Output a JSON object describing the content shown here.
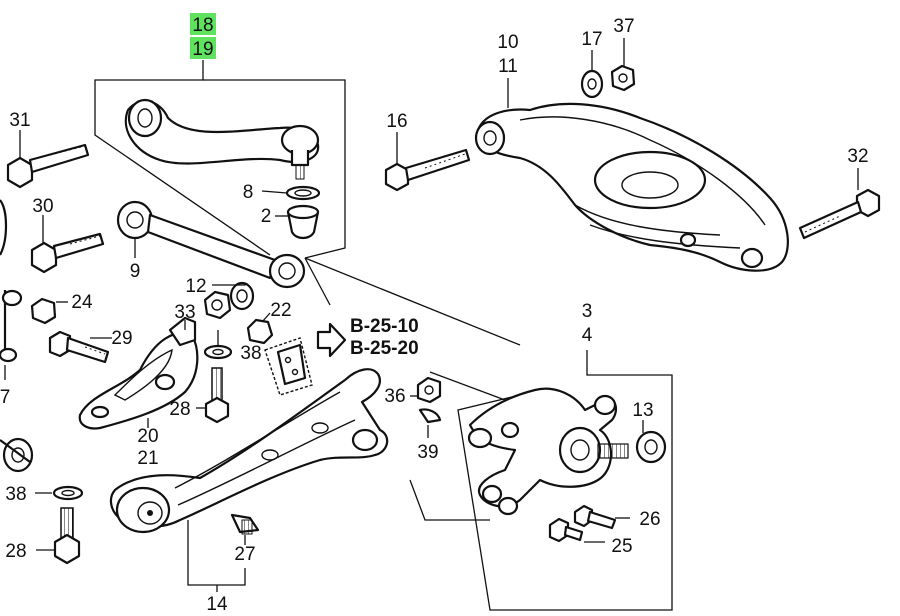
{
  "highlight_color": "#5fe35f",
  "line_color": "#111111",
  "callouts": {
    "c18": "18",
    "c19": "19",
    "c31": "31",
    "c30": "30",
    "c8": "8",
    "c2": "2",
    "c9": "9",
    "c12": "12",
    "c24": "24",
    "c33": "33",
    "c22": "22",
    "c29": "29",
    "c38a": "38",
    "c28a": "28",
    "c20": "20",
    "c21": "21",
    "c7": "7",
    "c38b": "38",
    "c28b": "28",
    "c27": "27",
    "c14": "14",
    "c10": "10",
    "c11": "11",
    "c17": "17",
    "c37": "37",
    "c16": "16",
    "c32": "32",
    "c3": "3",
    "c4": "4",
    "c36": "36",
    "c39": "39",
    "c13": "13",
    "c26": "26",
    "c25": "25"
  },
  "references": {
    "ref1": "B-25-10",
    "ref2": "B-25-20"
  }
}
